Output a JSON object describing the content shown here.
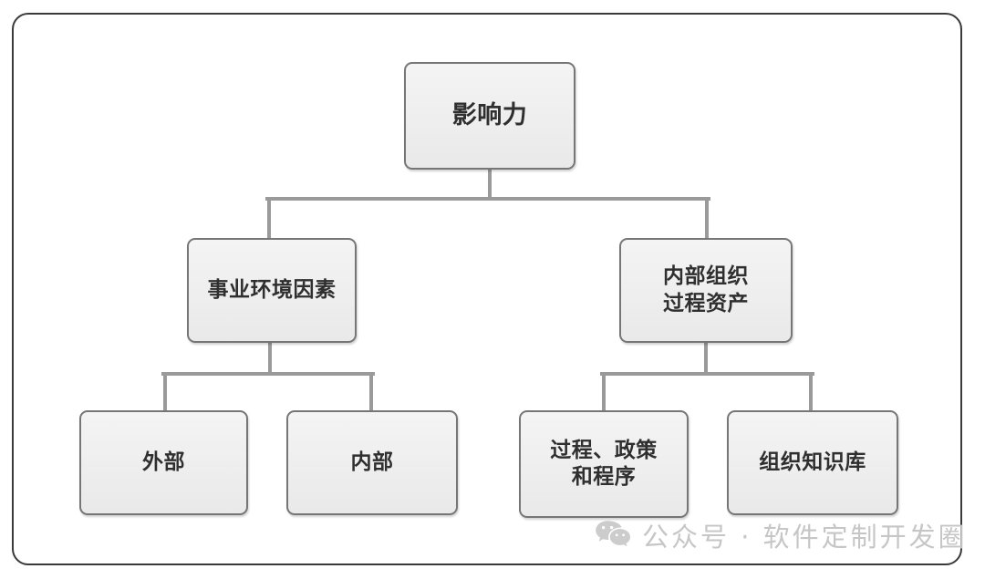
{
  "diagram": {
    "type": "hierarchy-tree",
    "title": "影响力",
    "levels": 3,
    "nodes": [
      {
        "id": "root",
        "label": "影响力",
        "level": 1,
        "parent": null
      },
      {
        "id": "eef",
        "label": "事业环境因素",
        "level": 2,
        "parent": "root"
      },
      {
        "id": "opa",
        "label": "内部组织\n过程资产",
        "level": 2,
        "parent": "root"
      },
      {
        "id": "ext",
        "label": "外部",
        "level": 3,
        "parent": "eef"
      },
      {
        "id": "int",
        "label": "内部",
        "level": 3,
        "parent": "eef"
      },
      {
        "id": "proc",
        "label": "过程、政策\n和程序",
        "level": 3,
        "parent": "opa"
      },
      {
        "id": "kb",
        "label": "组织知识库",
        "level": 3,
        "parent": "opa"
      }
    ],
    "colors": {
      "node_fill": "#efefef",
      "node_border": "#767676",
      "frame_border": "#3a3a3a",
      "connector": "#9a9a9a",
      "text": "#2f2f2f",
      "watermark": "#c6c6c6",
      "background": "#ffffff"
    }
  },
  "watermark": {
    "icon": "wechat-icon",
    "text": "公众号 · 软件定制开发圈"
  }
}
